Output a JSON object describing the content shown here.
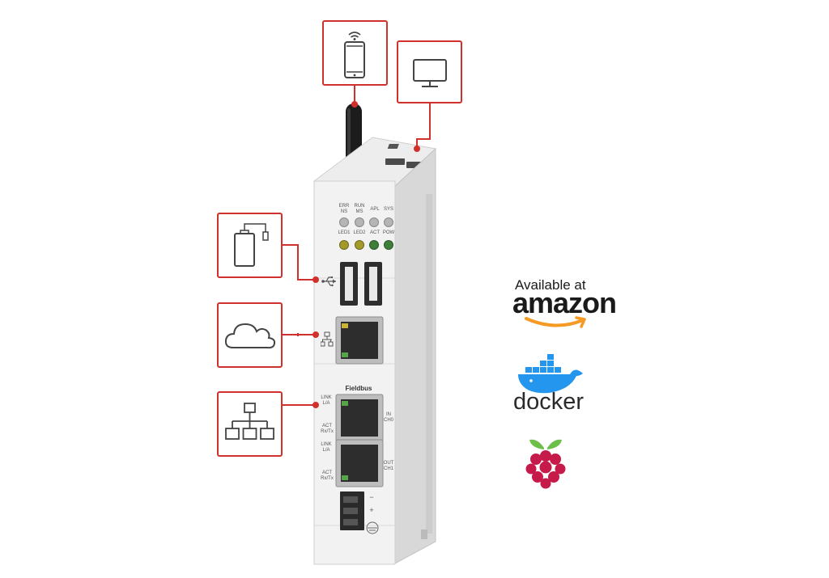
{
  "device": {
    "status_leds": {
      "top_row": [
        "ERR NS",
        "RUN MS",
        "APL",
        "SYS"
      ],
      "bottom_row": [
        "LED1",
        "LED2",
        "ACT",
        "POW"
      ]
    },
    "fieldbus_label": "Fieldbus",
    "port_labels_left": [
      "LINK L/A",
      "ACT Rx/Tx",
      "LINK L/A",
      "ACT Rx/Tx"
    ],
    "port_labels_right": [
      "IN CH0",
      "OUT CH1"
    ],
    "power_labels": [
      "−",
      "+"
    ]
  },
  "callouts": [
    {
      "name": "smartphone-wifi-icon"
    },
    {
      "name": "monitor-icon"
    },
    {
      "name": "usb-battery-icon"
    },
    {
      "name": "cloud-icon"
    },
    {
      "name": "network-hierarchy-icon"
    }
  ],
  "logos": {
    "amazon_tagline": "Available at",
    "amazon_name": "amazon",
    "docker_name": "docker"
  },
  "colors": {
    "accent": "#d0312d",
    "amazon_orange": "#f59a23",
    "docker_blue": "#2496ed",
    "raspberry_red": "#c51a4a",
    "raspberry_green": "#6cc04a"
  }
}
